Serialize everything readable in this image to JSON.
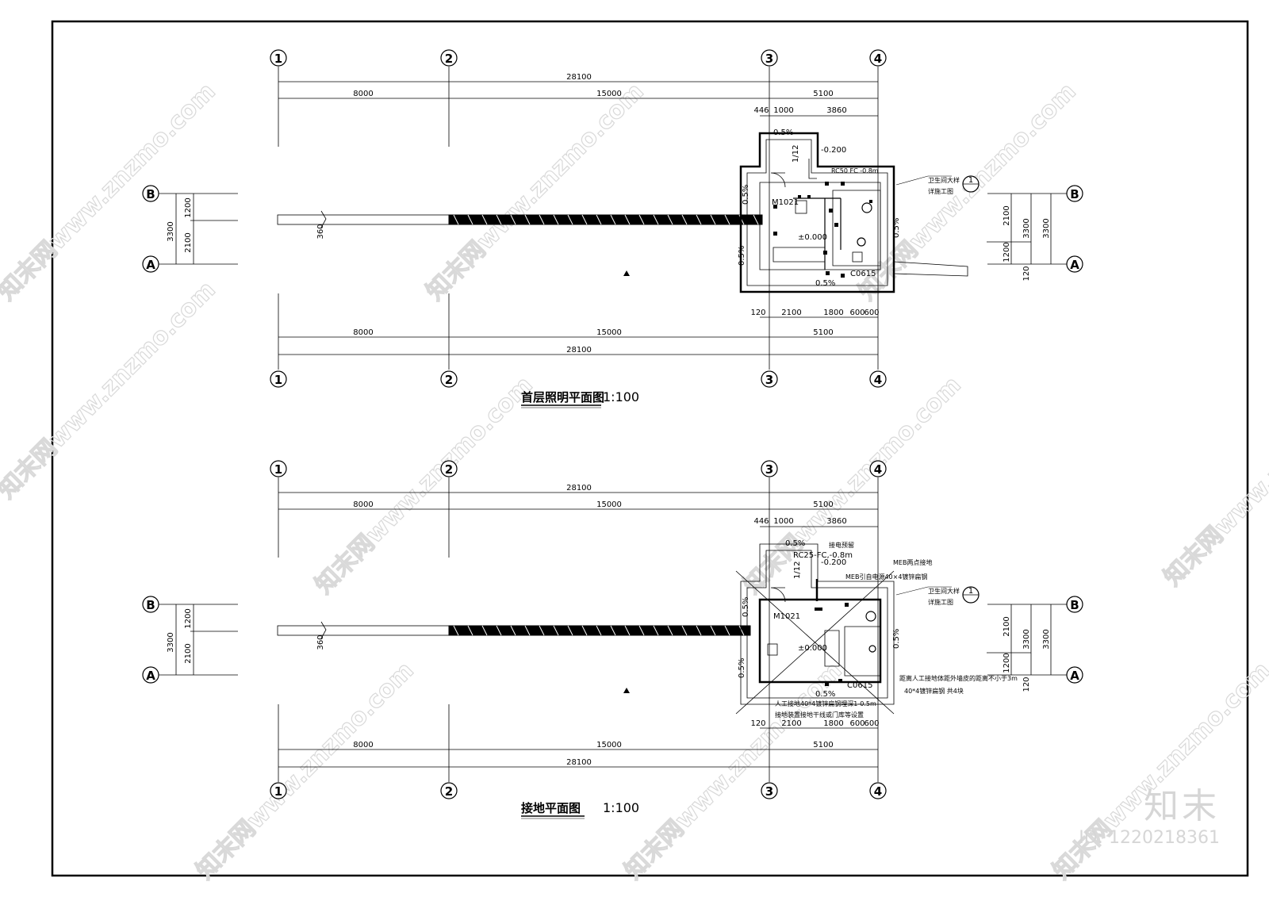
{
  "plans": [
    {
      "title": "首层照明平面图",
      "scale": "1:100",
      "axes_top": [
        "1",
        "2",
        "3",
        "4"
      ],
      "axes_bottom": [
        "1",
        "2",
        "3",
        "4"
      ],
      "rows_left": [
        "B",
        "A"
      ],
      "rows_right": [
        "B",
        "A"
      ],
      "dims": {
        "overall": "28100",
        "spans": [
          "8000",
          "15000",
          "5100"
        ],
        "sub_top": [
          "446",
          "1000",
          "3860"
        ],
        "sub_bottom": [
          "120",
          "2100",
          "1800",
          "600",
          "600"
        ],
        "left_total": "3300",
        "left_parts": [
          "1200",
          "2100"
        ],
        "right_total_a": "3300",
        "right_total_b": "3300",
        "right_parts": [
          "2100",
          "1200",
          "120"
        ],
        "wall_360": "360"
      },
      "labels": {
        "slope": "0.5%",
        "ratio": "1/12",
        "level_neg": "-0.200",
        "level_zero": "±0.000",
        "door": "M1021",
        "window": "C0615",
        "pipe": "RC50 FC -0.8m",
        "ref_text_1": "卫生间大样",
        "ref_text_2": "详施工图",
        "ref_num": "1"
      }
    },
    {
      "title": "接地平面图",
      "scale": "1:100",
      "axes_top": [
        "1",
        "2",
        "3",
        "4"
      ],
      "axes_bottom": [
        "1",
        "2",
        "3",
        "4"
      ],
      "rows_left": [
        "B",
        "A"
      ],
      "rows_right": [
        "B",
        "A"
      ],
      "dims": {
        "overall": "28100",
        "spans": [
          "8000",
          "15000",
          "5100"
        ],
        "sub_top": [
          "446",
          "1000",
          "3860"
        ],
        "sub_bottom": [
          "120",
          "2100",
          "1800",
          "600",
          "600"
        ],
        "left_total": "3300",
        "left_parts": [
          "1200",
          "2100"
        ],
        "right_total_a": "3300",
        "right_total_b": "3300",
        "right_parts": [
          "2100",
          "1200",
          "120"
        ],
        "wall_360": "360"
      },
      "labels": {
        "slope": "0.5%",
        "ratio": "1/12",
        "level_neg": "-0.200",
        "level_zero": "±0.000",
        "door": "M1021",
        "window": "C0615",
        "pipe": "RC25-FC,-0.8m",
        "ref_text_1": "卫生间大样",
        "ref_text_2": "详施工图",
        "ref_num": "1",
        "meb_1": "MEB两点接地",
        "meb_2": "MEB引自电源40×4镀锌扁钢",
        "ground_1": "距离人工接地体距外墙皮的距离不小于3m",
        "ground_2": "40*4镀锌扁钢 共4块",
        "ground_3": "人工接地40*4镀锌扁钢埋深1-0.5m",
        "ground_4": "接地装置接地干线或门库等设置",
        "meter": "接电预留"
      }
    }
  ],
  "watermark": {
    "text": "知末网www.znzmo.com"
  },
  "brand": {
    "logo": "知末",
    "id": "ID: 1220218361"
  }
}
